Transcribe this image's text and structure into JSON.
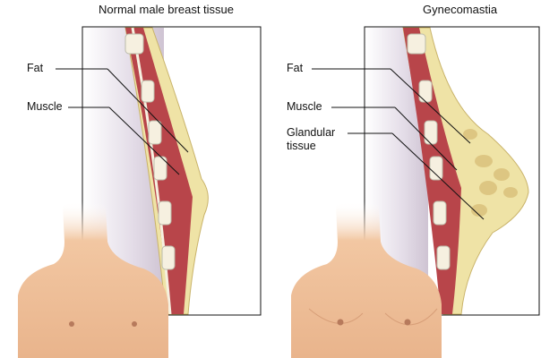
{
  "panels": [
    {
      "title": "Normal male breast tissue",
      "labels": [
        "Fat",
        "Muscle"
      ]
    },
    {
      "title": "Gynecomastia",
      "labels": [
        "Fat",
        "Muscle",
        "Glandular tissue"
      ]
    }
  ],
  "colors": {
    "muscle": "#b8454a",
    "fat": "#efe3a6",
    "skin": "#f2c7a2",
    "rib": "#f6f0e0"
  }
}
